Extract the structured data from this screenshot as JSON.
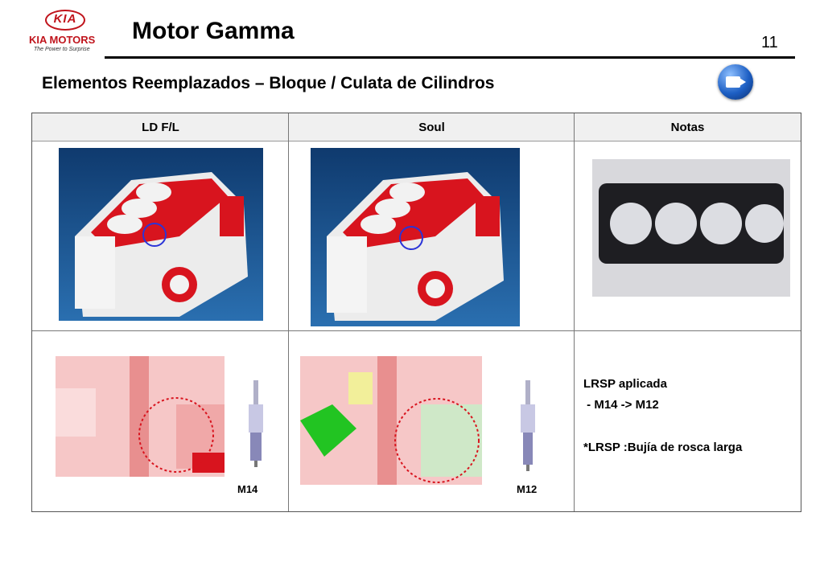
{
  "header": {
    "brand": "KIA MOTORS",
    "brand_short": "KIA",
    "tagline": "The Power to Surprise",
    "title": "Motor Gamma",
    "page_number": "11"
  },
  "subtitle": "Elementos Reemplazados – Bloque / Culata de Cilindros",
  "table": {
    "columns": [
      "LD F/L",
      "Soul",
      "Notas"
    ],
    "spark_labels": [
      "M14",
      "M12"
    ],
    "notes": {
      "line1": "LRSP aplicada",
      "line2": " - M14 -> M12",
      "line3": "*LRSP :Bujía de rosca larga"
    }
  },
  "icons": [
    "video-camera-icon",
    "engine-block-image",
    "head-gasket-image",
    "cutaway-image",
    "spark-plug-icon"
  ],
  "colors": {
    "kia_red": "#c0141c",
    "block_red": "#d8141e",
    "render_blue": "#1a4f86",
    "cutaway_pink": "#f4b8b8"
  }
}
